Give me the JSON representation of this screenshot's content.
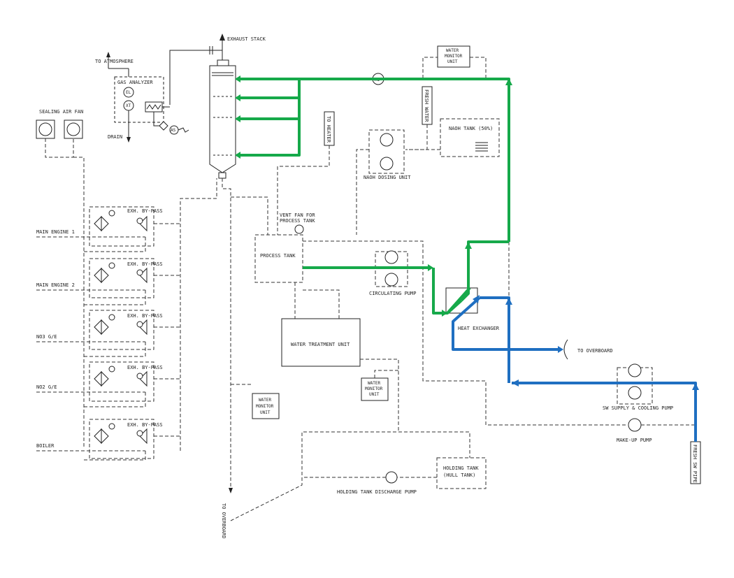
{
  "labels": {
    "exhaust_stack": "EXHAUST STACK",
    "to_atmosphere": "TO ATMOSPHERE",
    "gas_analyzer": "GAS ANALYZER",
    "drain": "DRAIN",
    "sealing_air_fan": "SEALING AIR FAN",
    "to_heater": "TO HEATER",
    "fresh_water": "FRESH WATER",
    "water_monitor_top": [
      "WATER",
      "MONITOR",
      "UNIT"
    ],
    "naoh_tank": "NAOH TANK (50%)",
    "naoh_dosing_unit": "NAOH DOSING UNIT",
    "vent_fan": [
      "VENT FAN FOR",
      "PROCESS TANK"
    ],
    "process_tank": "PROCESS TANK",
    "circulating_pump": "CIRCULATING PUMP",
    "heat_exchanger": "HEAT EXCHANGER",
    "to_overboard_right": "TO OVERBOARD",
    "water_treatment_unit": "WATER TREATMENT UNIT",
    "water_monitor_mid": [
      "WATER",
      "MONITOR",
      "UNIT"
    ],
    "water_monitor_low": [
      "WATER",
      "MONITOR",
      "UNIT"
    ],
    "sw_supply_pump": "SW SUPPLY & COOLING PUMP",
    "make_up_pump": "MAKE-UP PUMP",
    "fresh_sw_pipe": "FRESH SW PIPE",
    "holding_tank": [
      "HOLDING TANK",
      "(HULL TANK)"
    ],
    "holding_tank_discharge_pump": "HOLDING TANK DISCHARGE PUMP",
    "to_overboard_bottom": "TO OVERBOARD",
    "engines": [
      "MAIN ENGINE 1",
      "MAIN ENGINE 2",
      "NO3 G/E",
      "NO2 G/E",
      "BOILER"
    ],
    "exh_bypass": "EXH. BY-PASS",
    "instrument_tags": {
      "el": "EL",
      "xt": "XT",
      "as": "AS",
      "ai": "AI"
    }
  },
  "colors": {
    "wash_water_line": "#16a94a",
    "sea_water_line": "#1f6fc1",
    "line": "#222222"
  }
}
